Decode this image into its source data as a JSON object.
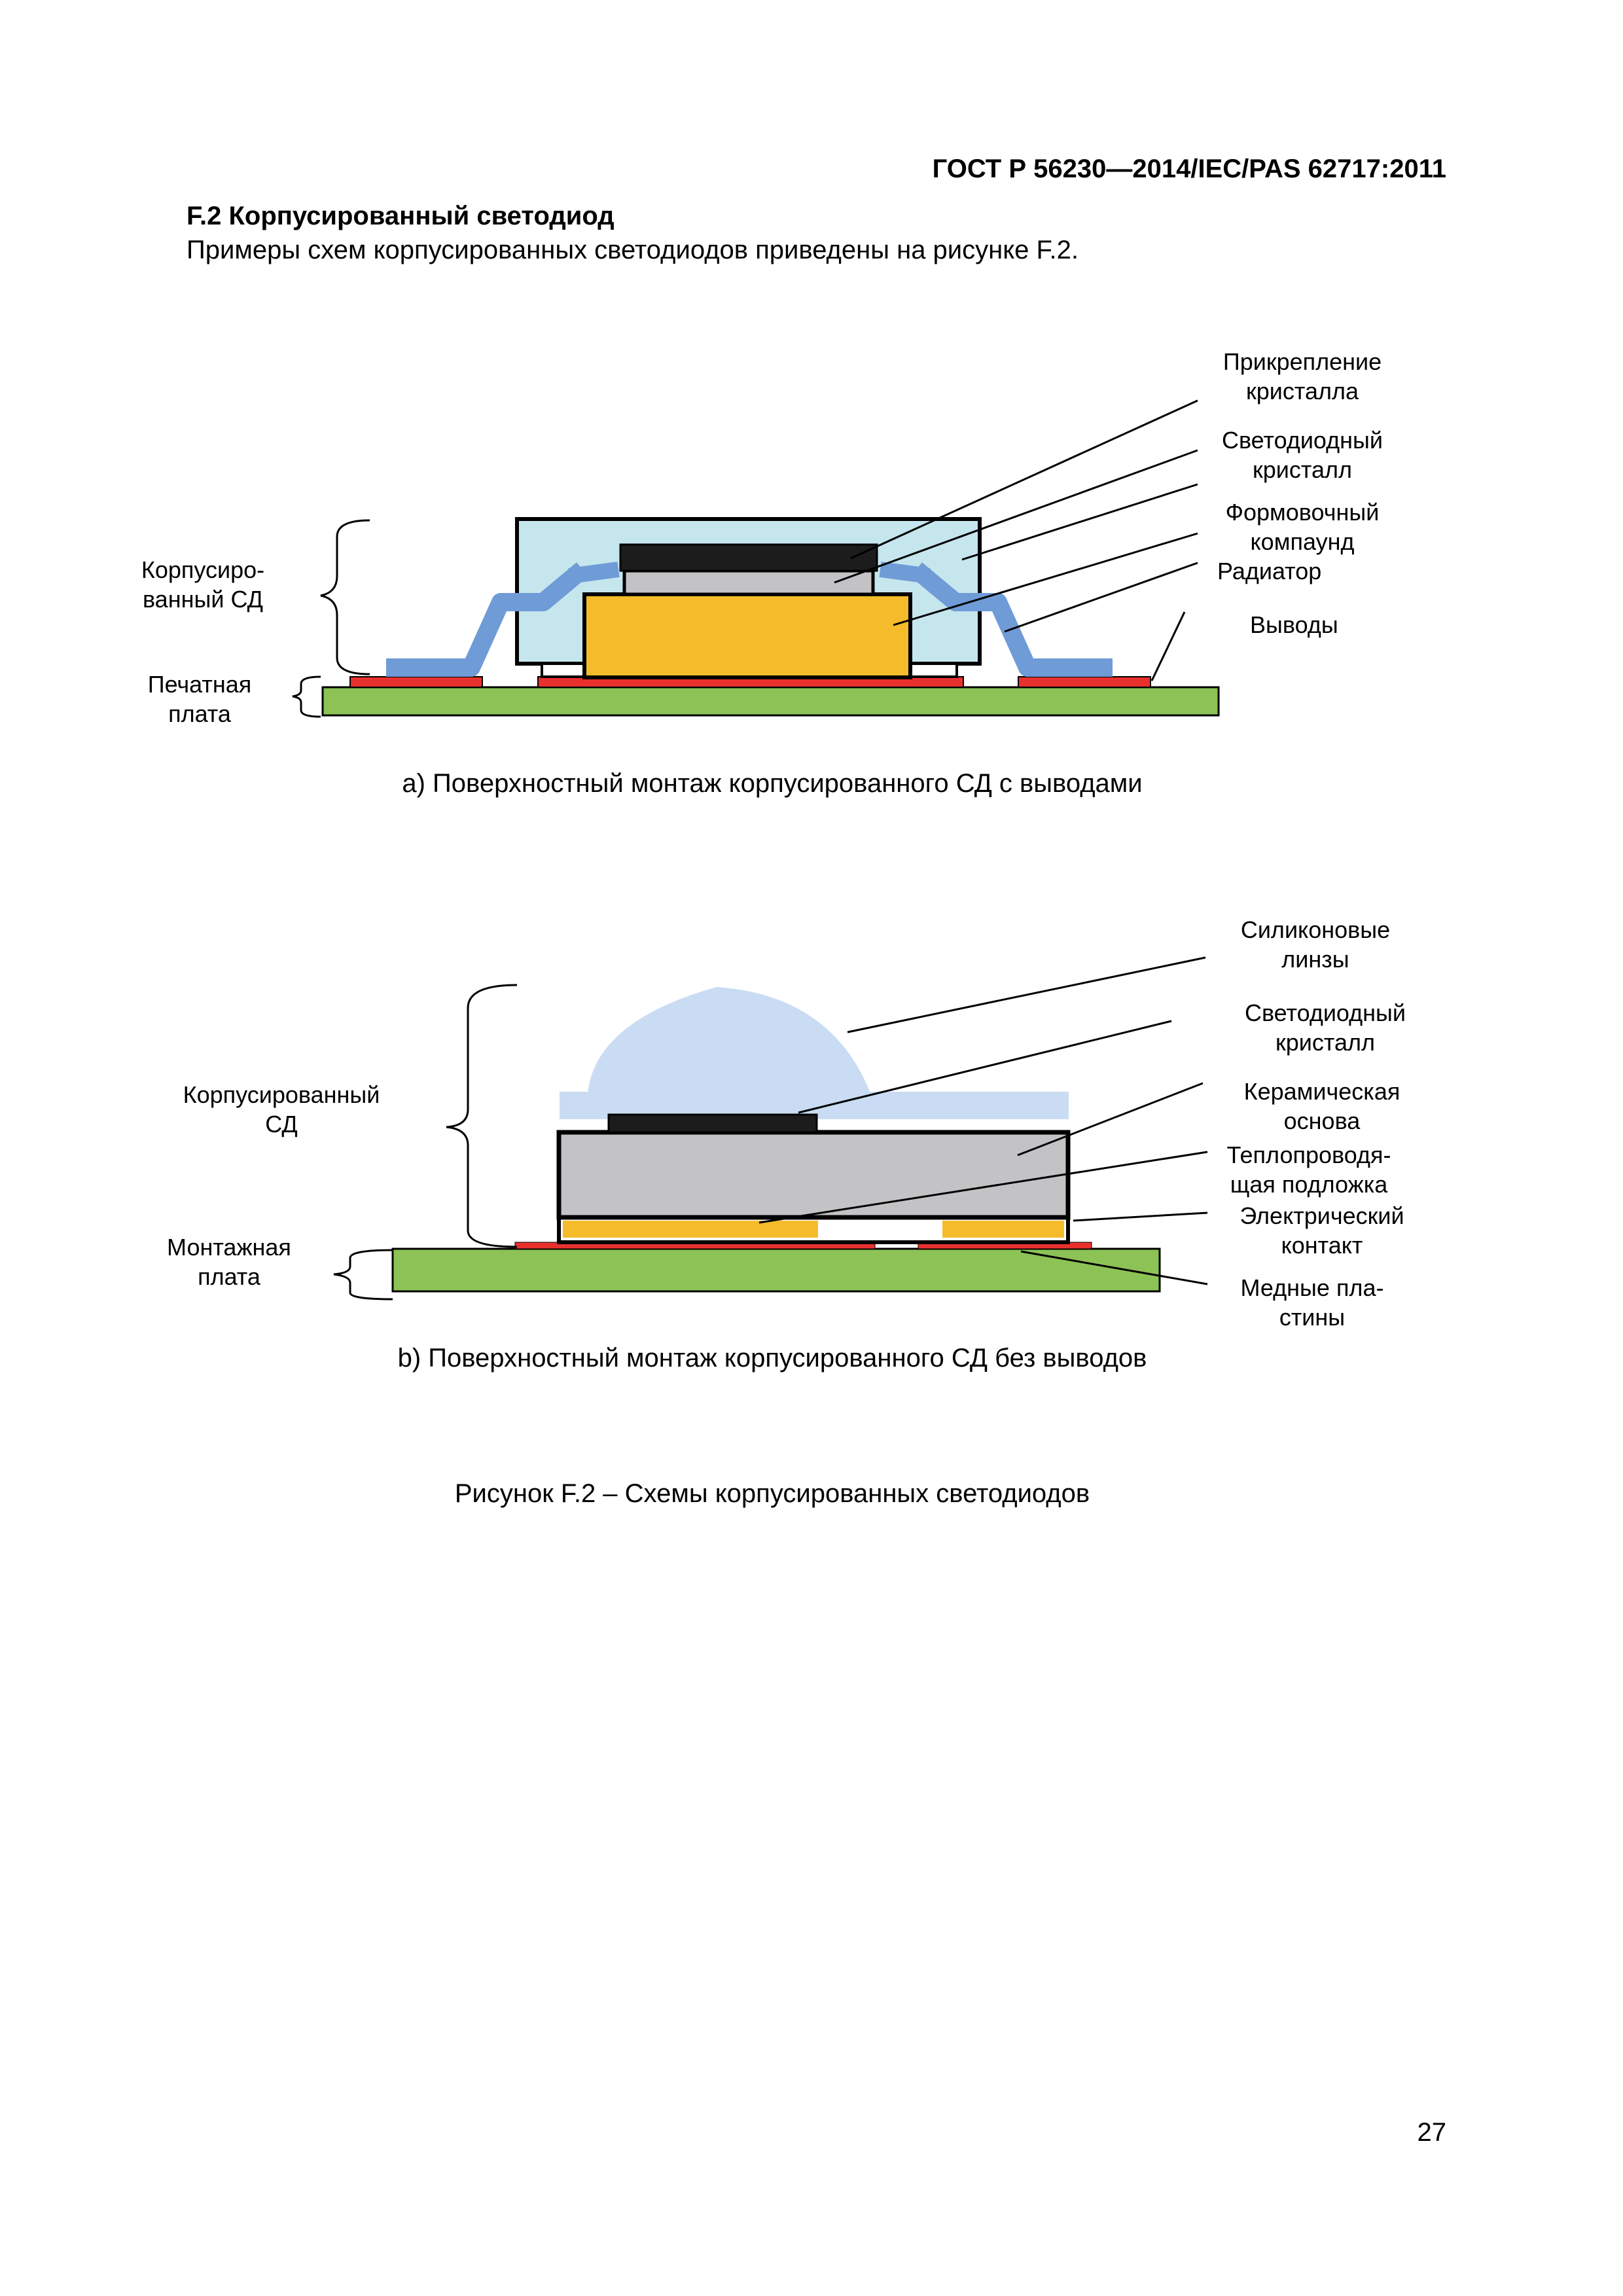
{
  "header": {
    "standard": "ГОСТ Р 56230—2014/IEC/PAS 62717:2011"
  },
  "section": {
    "title": "F.2 Корпусированный светодиод",
    "text": "Примеры схем корпусированных светодиодов приведены на рисунке F.2."
  },
  "figure_a": {
    "labels": {
      "die_attach": [
        "Прикрепление",
        "кристалла"
      ],
      "led_chip": [
        "Светодиодный",
        "кристалл"
      ],
      "mold_compound": [
        "Формовочный",
        "компаунд"
      ],
      "heatsink": [
        "Радиатор"
      ],
      "leads": [
        "Выводы"
      ],
      "packaged_led": [
        "Корпусиро-",
        "ванный СД"
      ],
      "pcb": [
        "Печатная",
        "плата"
      ]
    },
    "caption": "а) Поверхностный монтаж корпусированного СД с выводами"
  },
  "figure_b": {
    "labels": {
      "silicone_lens": [
        "Силиконовые",
        "линзы"
      ],
      "led_chip": [
        "Светодиодный",
        "кристалл"
      ],
      "ceramic_base": [
        "Керамическая",
        "основа"
      ],
      "thermal_substrate": [
        "Теплопроводя-",
        "щая подложка"
      ],
      "electrical_contact": [
        "Электрический",
        "контакт"
      ],
      "copper_plates": [
        "Медные пла-",
        "стины"
      ],
      "packaged_led": [
        "Корпусированный",
        "СД"
      ],
      "mounting_board": [
        "Монтажная",
        "плата"
      ]
    },
    "caption": "b) Поверхностный монтаж корпусированного СД без выводов"
  },
  "figure_caption": "Рисунок F.2 – Схемы корпусированных светодиодов",
  "page_number": "27",
  "colors": {
    "pcb_green": "#8dc356",
    "pad_red": "#e8312e",
    "mold_blue": "#c6e6ee",
    "lead_blue": "#6f9bd7",
    "heatsink_yellow": "#f4bc2a",
    "chip_gray": "#c3c3c6",
    "lens_blue": "#c9dcf3"
  }
}
